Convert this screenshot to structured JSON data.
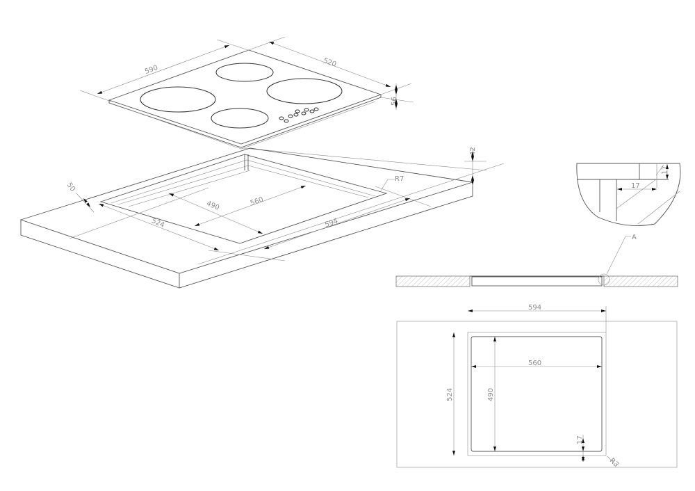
{
  "hob": {
    "width_label": "590",
    "depth_label": "520",
    "height_label": "56"
  },
  "cutout": {
    "edge_offset_label": "50",
    "depth_label": "490",
    "width_label": "560",
    "overall_depth_label": "524",
    "overall_width_label": "594",
    "radius_label": "R7",
    "worktop_thickness_label": "42"
  },
  "detail_a": {
    "vertical_label": "17",
    "horizontal_label": "17",
    "callout_label": "A"
  },
  "section": {
    "callout_label": "A"
  },
  "plan": {
    "overall_width_label": "594",
    "inner_width_label": "560",
    "overall_depth_label": "524",
    "inner_depth_label": "490",
    "offset_label": "17",
    "radius_label": "R3"
  },
  "colors": {
    "line": "#555555",
    "dimension": "#8a8a8a",
    "arrow": "#111111"
  }
}
